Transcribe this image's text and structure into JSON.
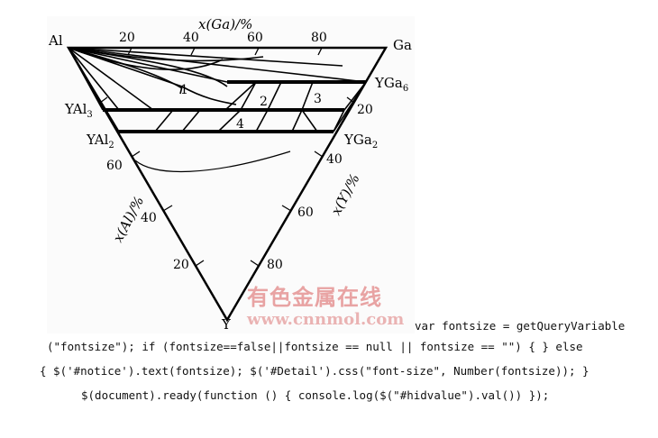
{
  "corners": {
    "left": "Al",
    "right": "Ga",
    "bottom": "Y"
  },
  "axes": {
    "top": {
      "title": "x(Ga)/%",
      "ticks": [
        "20",
        "40",
        "60",
        "80"
      ]
    },
    "right": {
      "title": "x(Y)/%",
      "ticks": [
        "20",
        "40",
        "60",
        "80"
      ]
    },
    "left": {
      "title": "x(Al)/%",
      "ticks": [
        "60",
        "40",
        "20"
      ]
    }
  },
  "phases": {
    "YAl3": "YAl",
    "YAl3_sub": "3",
    "YAl2": "YAl",
    "YAl2_sub": "2",
    "YGa6": "YGa",
    "YGa6_sub": "6",
    "YGa2": "YGa",
    "YGa2_sub": "2"
  },
  "regions": [
    "1",
    "2",
    "3",
    "4"
  ],
  "watermark": {
    "line1": "有色金属在线",
    "line2": "www.cnnmol.com"
  },
  "code": {
    "line1": "var fontsize = getQueryVariable",
    "line2": "(\"fontsize\"); if (fontsize==false||fontsize == null || fontsize == \"\") { } else",
    "line3": "{ $('#notice').text(fontsize); $('#Detail').css(\"font-size\", Number(fontsize)); }",
    "line4": "$(document).ready(function () { console.log($(\"#hidvalue\").val()) });"
  }
}
